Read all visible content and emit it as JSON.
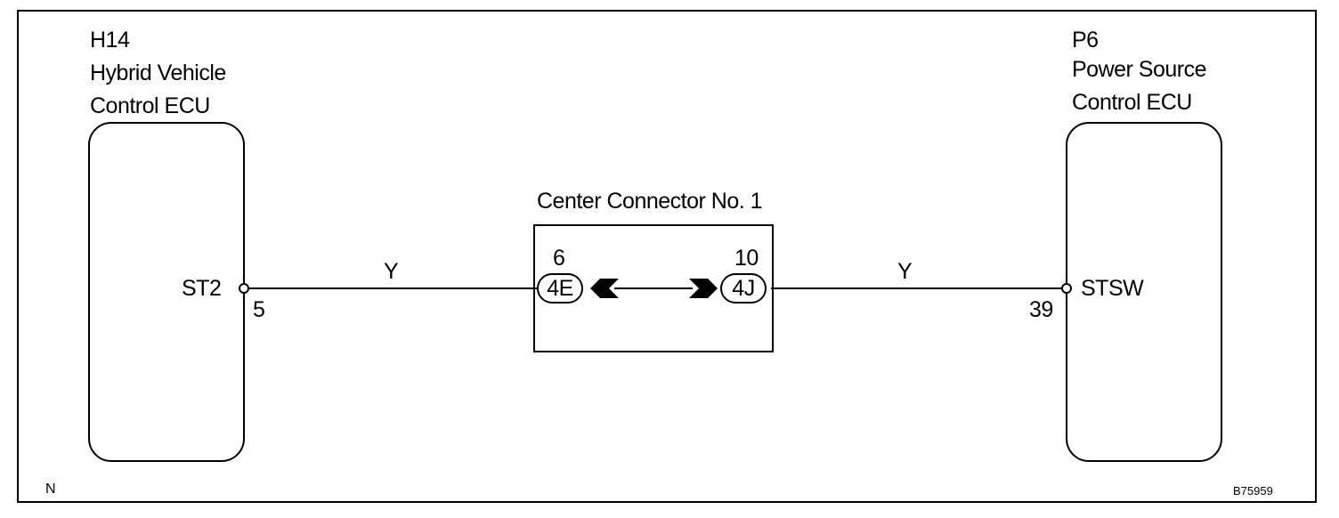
{
  "left_ecu": {
    "code": "H14",
    "name_line1": "Hybrid Vehicle",
    "name_line2": "Control ECU",
    "terminal_name": "ST2",
    "terminal_pin": "5"
  },
  "right_ecu": {
    "code": "P6",
    "name_line1": "Power Source",
    "name_line2": "Control ECU",
    "terminal_name": "STSW",
    "terminal_pin": "39"
  },
  "connector": {
    "title": "Center Connector No. 1",
    "left_pin_number": "6",
    "left_terminal": "4E",
    "right_pin_number": "10",
    "right_terminal": "4J"
  },
  "wires": {
    "left_color": "Y",
    "right_color": "Y"
  },
  "footer": {
    "corner_mark": "N",
    "figure_code": "B75959"
  },
  "colors": {
    "line": "#000000",
    "background": "#ffffff"
  }
}
